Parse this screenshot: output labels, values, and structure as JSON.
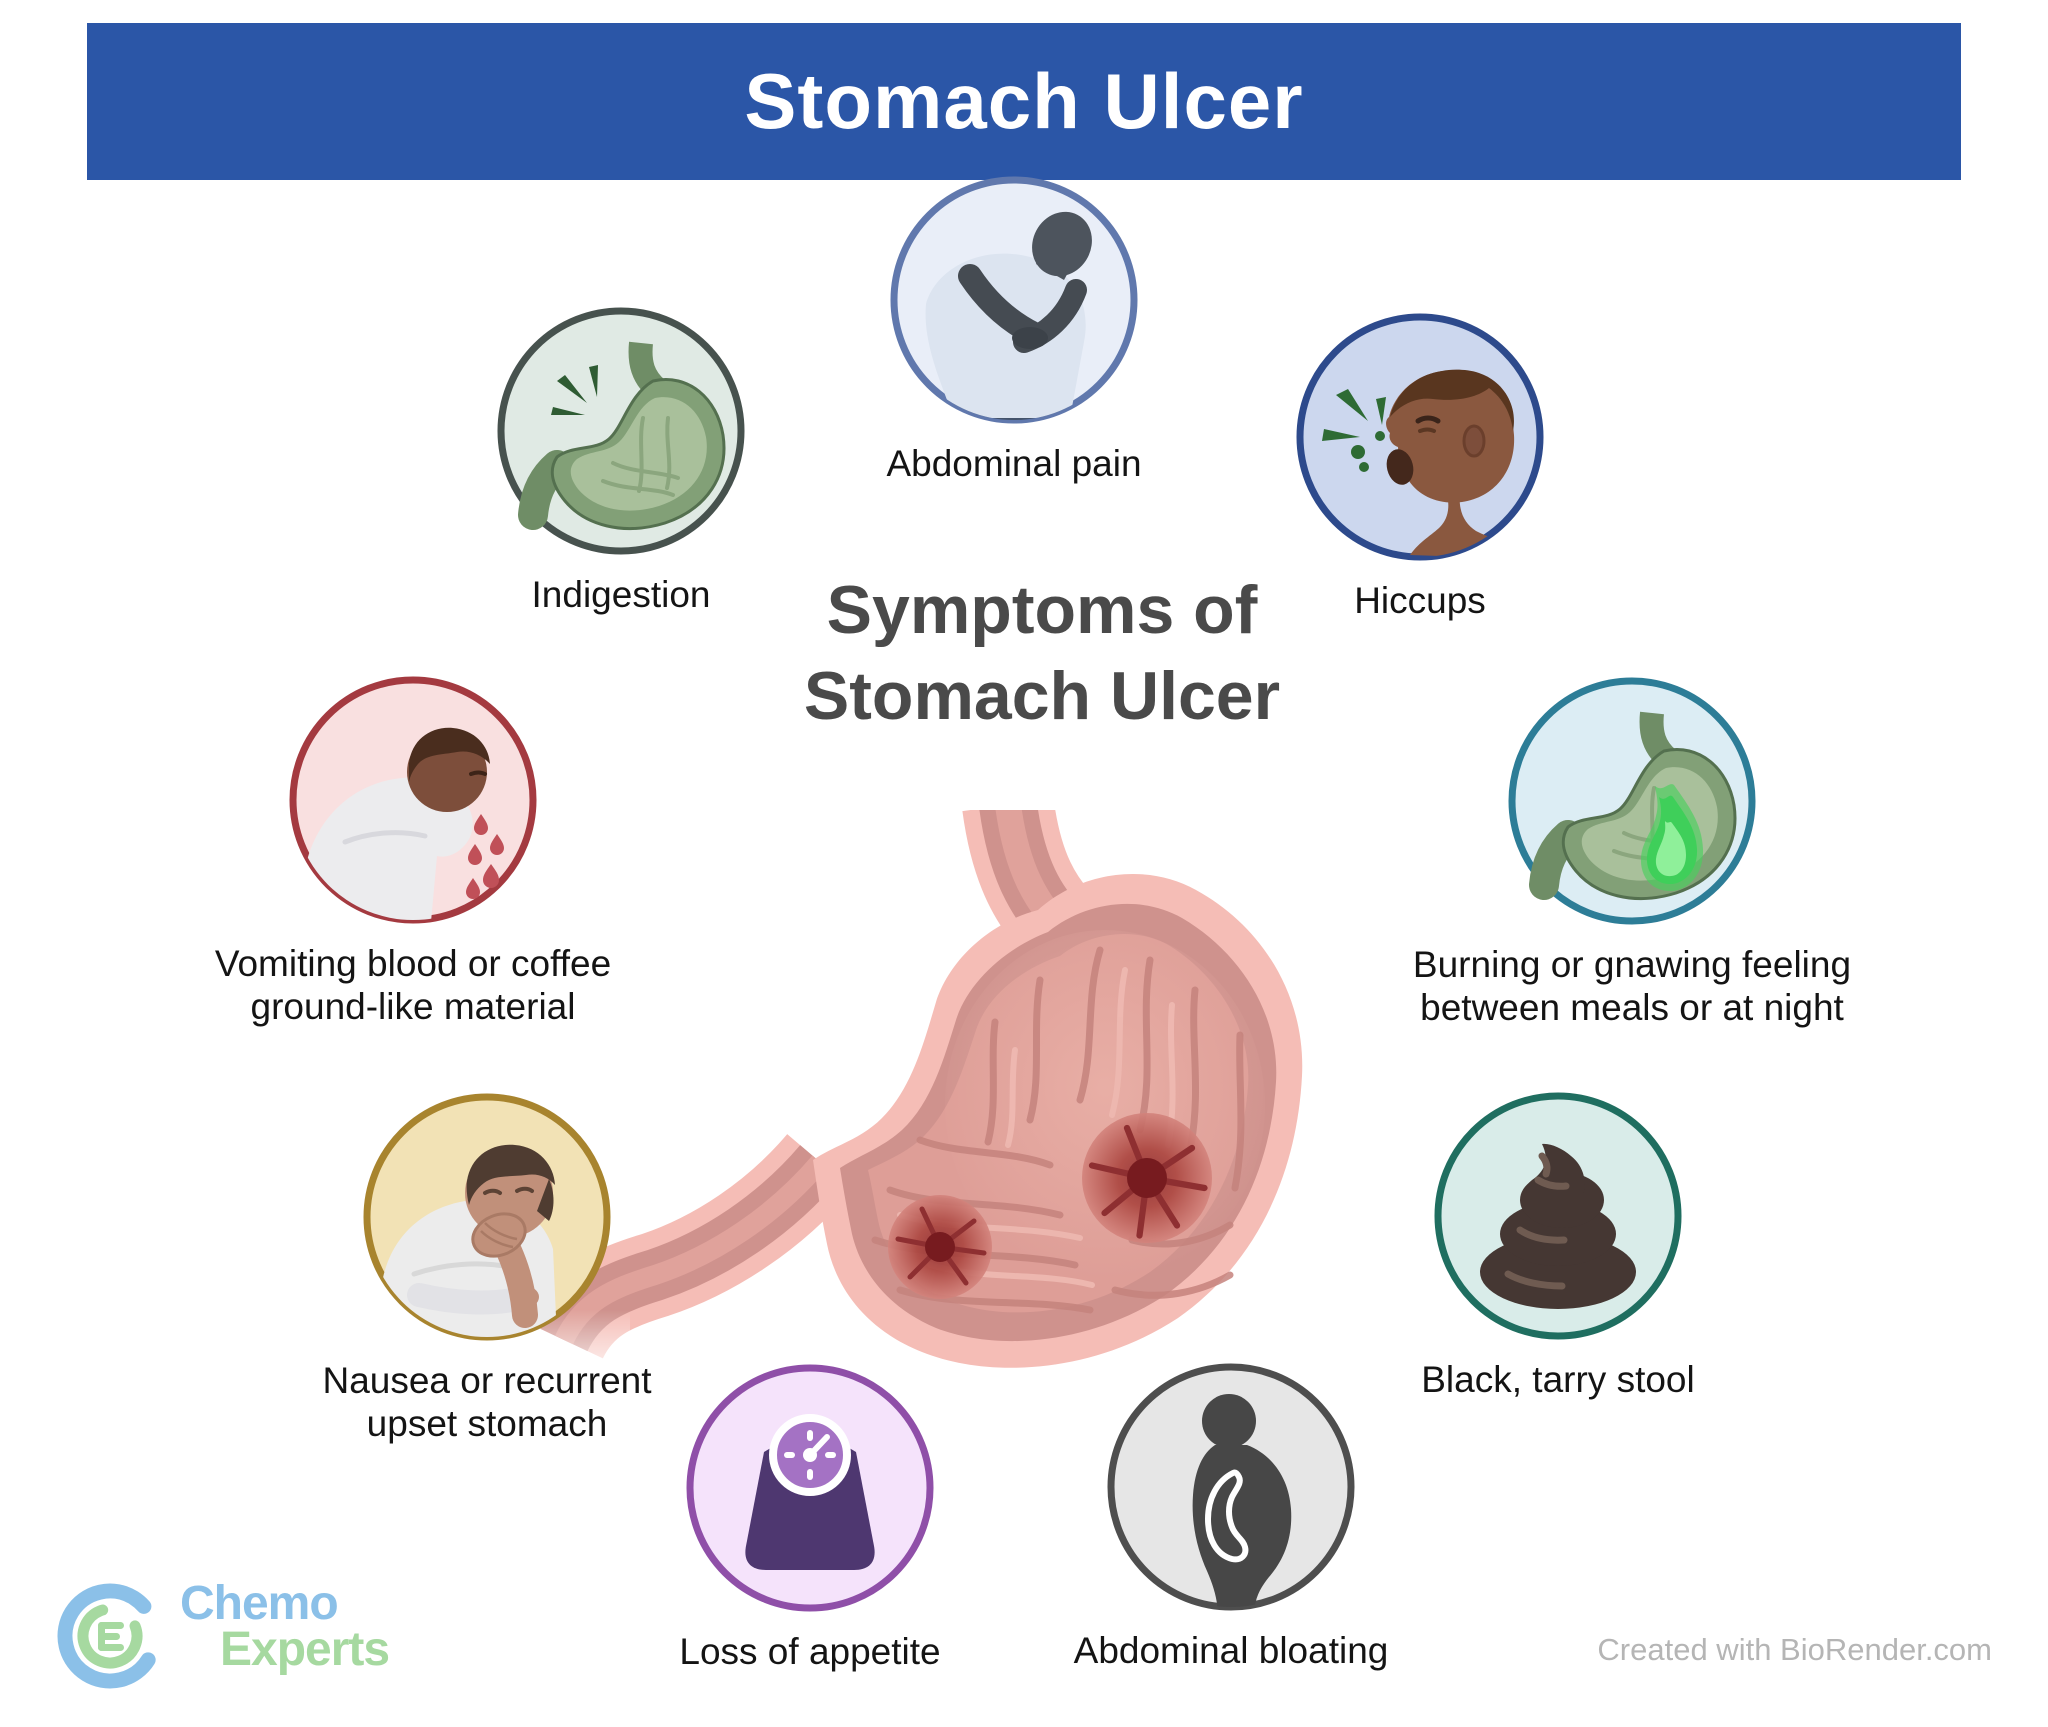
{
  "header": {
    "title": "Stomach Ulcer",
    "bg_color": "#2b56a7",
    "text_color": "#ffffff"
  },
  "center": {
    "title": "Symptoms of Stomach Ulcer"
  },
  "symptoms": [
    {
      "label": "Abdominal pain",
      "icon": "abdominal-pain-icon",
      "circle_fill": "#e9eef8",
      "circle_border": "#6078ad"
    },
    {
      "label": "Indigestion",
      "icon": "indigestion-stomach-icon",
      "circle_fill": "#e0eae4",
      "circle_border": "#47524e"
    },
    {
      "label": "Hiccups",
      "icon": "hiccups-face-icon",
      "circle_fill": "#ccd7ee",
      "circle_border": "#2d4a8c"
    },
    {
      "label": "Vomiting blood or coffee ground-like material",
      "icon": "vomiting-blood-icon",
      "circle_fill": "#f9e0e0",
      "circle_border": "#a43a40"
    },
    {
      "label": "Burning or gnawing feeling between meals or at night",
      "icon": "burning-stomach-icon",
      "circle_fill": "#dcedf4",
      "circle_border": "#2d7d97"
    },
    {
      "label": "Nausea or recurrent upset stomach",
      "icon": "nausea-icon",
      "circle_fill": "#f2e2b5",
      "circle_border": "#a8842e"
    },
    {
      "label": "Loss of appetite",
      "icon": "weight-scale-icon",
      "circle_fill": "#f5e3fb",
      "circle_border": "#8f4fa8"
    },
    {
      "label": "Abdominal bloating",
      "icon": "bloated-abdomen-icon",
      "circle_fill": "#e6e6e6",
      "circle_border": "#4e4e4e"
    },
    {
      "label": "Black, tarry stool",
      "icon": "stool-icon",
      "circle_fill": "#d9ece9",
      "circle_border": "#1f6e60"
    }
  ],
  "footer": {
    "logo_text_1": "Chemo",
    "logo_text_2": "Experts",
    "logo_blue": "#8bc0e8",
    "logo_green": "#a6d9a0",
    "watermark": "Created with BioRender.com"
  }
}
